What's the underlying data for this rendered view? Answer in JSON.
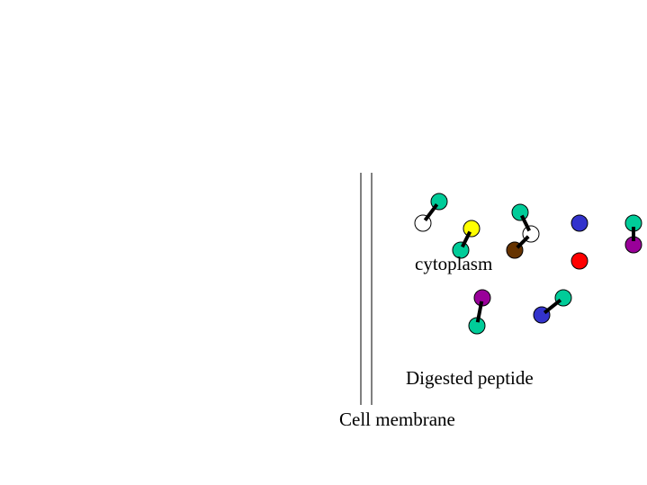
{
  "labels": {
    "cytoplasm": "cytoplasm",
    "digested_peptide": "Digested peptide",
    "cell_membrane": "Cell membrane"
  },
  "colors": {
    "teal": "#00cc99",
    "white": "#ffffff",
    "yellow": "#ffff00",
    "brown": "#663300",
    "blue": "#3333cc",
    "red": "#ff0000",
    "purple": "#990099"
  },
  "molecules": [
    {
      "name": "white-teal-dipeptide",
      "residues": [
        "white",
        "teal"
      ]
    },
    {
      "name": "teal-yellow-dipeptide",
      "residues": [
        "teal",
        "yellow"
      ]
    },
    {
      "name": "teal-white-brown-tripeptide",
      "residues": [
        "teal",
        "white",
        "brown"
      ]
    },
    {
      "name": "blue-amino-acid",
      "residues": [
        "blue"
      ]
    },
    {
      "name": "red-amino-acid",
      "residues": [
        "red"
      ]
    },
    {
      "name": "teal-purple-dipeptide",
      "residues": [
        "teal",
        "purple"
      ]
    },
    {
      "name": "purple-teal-dipeptide",
      "residues": [
        "purple",
        "teal"
      ]
    },
    {
      "name": "blue-teal-dipeptide",
      "residues": [
        "blue",
        "teal"
      ]
    }
  ]
}
